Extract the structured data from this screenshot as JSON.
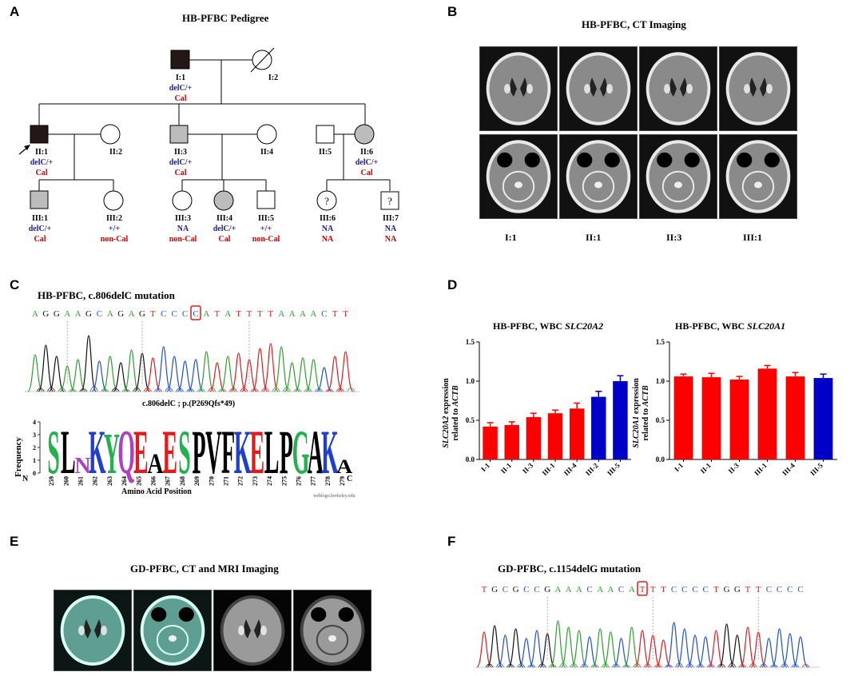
{
  "panels": {
    "a": {
      "letter": "A",
      "title": "HB-PFBC Pedigree",
      "individuals": [
        {
          "id": "I:1",
          "geno": "delC/+",
          "pheno": "Cal",
          "sex": "male",
          "fill": "black"
        },
        {
          "id": "I:2",
          "geno": "",
          "pheno": "",
          "sex": "female",
          "fill": "deceased"
        },
        {
          "id": "II:1",
          "geno": "delC/+",
          "pheno": "Cal",
          "sex": "male",
          "fill": "black",
          "proband": true
        },
        {
          "id": "II:2",
          "geno": "",
          "pheno": "",
          "sex": "female",
          "fill": "none"
        },
        {
          "id": "II:3",
          "geno": "delC/+",
          "pheno": "Cal",
          "sex": "male",
          "fill": "gray"
        },
        {
          "id": "II:4",
          "geno": "",
          "pheno": "",
          "sex": "female",
          "fill": "none"
        },
        {
          "id": "II:5",
          "geno": "",
          "pheno": "",
          "sex": "male",
          "fill": "none"
        },
        {
          "id": "II:6",
          "geno": "delC/+",
          "pheno": "Cal",
          "sex": "female",
          "fill": "gray"
        },
        {
          "id": "III:1",
          "geno": "delC/+",
          "pheno": "Cal",
          "sex": "male",
          "fill": "gray"
        },
        {
          "id": "III:2",
          "geno": "+/+",
          "pheno": "non-Cal",
          "sex": "female",
          "fill": "none"
        },
        {
          "id": "III:3",
          "geno": "NA",
          "pheno": "non-Cal",
          "sex": "female",
          "fill": "none"
        },
        {
          "id": "III:4",
          "geno": "delC/+",
          "pheno": "Cal",
          "sex": "female",
          "fill": "gray"
        },
        {
          "id": "III:5",
          "geno": "+/+",
          "pheno": "non-Cal",
          "sex": "male",
          "fill": "none"
        },
        {
          "id": "III:6",
          "geno": "NA",
          "pheno": "NA",
          "sex": "female",
          "fill": "unknown"
        },
        {
          "id": "III:7",
          "geno": "NA",
          "pheno": "NA",
          "sex": "male",
          "fill": "unknown"
        }
      ]
    },
    "b": {
      "letter": "B",
      "title": "HB-PFBC, CT Imaging",
      "columns": [
        "I:1",
        "II:1",
        "II:3",
        "III:1"
      ]
    },
    "c": {
      "letter": "C",
      "title": "HB-PFBC, c.806delC mutation",
      "sequence": [
        "A",
        "G",
        "G",
        "A",
        "A",
        "G",
        "C",
        "A",
        "G",
        "A",
        "G",
        "T",
        "C",
        "C",
        "C",
        "C",
        "A",
        "T",
        "A",
        "T",
        "T",
        "T",
        "T",
        "A",
        "A",
        "A",
        "A",
        "C",
        "T",
        "T"
      ],
      "boxed_index": 15,
      "logo_title": "c.806delC ; p.(P269Qfs*49)",
      "logo_letters": [
        "S",
        "L",
        "N",
        "K",
        "Y",
        "Q",
        "E",
        "A",
        "E",
        "S",
        "P",
        "V",
        "F",
        "K",
        "E",
        "L",
        "P",
        "G",
        "A",
        "K",
        "A"
      ],
      "positions": [
        "259",
        "260",
        "261",
        "262",
        "263",
        "264",
        "265",
        "266",
        "267",
        "268",
        "269",
        "270",
        "271",
        "272",
        "273",
        "274",
        "275",
        "276",
        "277",
        "278",
        "279"
      ],
      "ylabel": "Frequency",
      "xlabel": "Amino Acid Position",
      "n_label": "N",
      "c_label": "C",
      "credit": "weblogo.berkeley.edu"
    },
    "d": {
      "letter": "D",
      "charts": [
        {
          "title_prefix": "HB-PFBC, WBC ",
          "gene": "SLC20A2",
          "ylabel_gene": "SLC20A2",
          "ylabel_mid": " expression",
          "ylabel_line2_prefix": "related to ",
          "ylabel_line2_gene": "ACTB"
        },
        {
          "title_prefix": "HB-PFBC, WBC ",
          "gene": "SLC20A1",
          "ylabel_gene": "SLC20A1",
          "ylabel_mid": " expression",
          "ylabel_line2_prefix": "related to ",
          "ylabel_line2_gene": "ACTB"
        }
      ]
    },
    "e": {
      "letter": "E",
      "title": "GD-PFBC, CT and MRI Imaging"
    },
    "f": {
      "letter": "F",
      "title": "GD-PFBC, c.1154delG mutation",
      "sequence": [
        "T",
        "G",
        "C",
        "G",
        "C",
        "C",
        "G",
        "A",
        "A",
        "A",
        "C",
        "A",
        "A",
        "C",
        "A",
        "T",
        "T",
        "T",
        "C",
        "C",
        "C",
        "C",
        "T",
        "G",
        "G",
        "T",
        "T",
        "C",
        "C",
        "C",
        "C"
      ],
      "boxed_index": 15
    }
  },
  "colors": {
    "red_bar": "#ff0000",
    "blue_bar": "#0000c8",
    "A": "#2ca02c",
    "C": "#1f4fd8",
    "G": "#111111",
    "T": "#e31a1c",
    "geno_text": "#1a1a9c",
    "pheno_text": "#d40000"
  },
  "chart_data": [
    {
      "type": "bar",
      "title": "HB-PFBC, WBC SLC20A2",
      "categories": [
        "I-1",
        "II-1",
        "II-3",
        "III-1",
        "III-4",
        "III-2",
        "III-5"
      ],
      "values": [
        0.42,
        0.44,
        0.54,
        0.59,
        0.65,
        0.8,
        1.0
      ],
      "errors": [
        0.05,
        0.04,
        0.05,
        0.04,
        0.07,
        0.07,
        0.07
      ],
      "bar_colors": [
        "#ff0000",
        "#ff0000",
        "#ff0000",
        "#ff0000",
        "#ff0000",
        "#0000c8",
        "#0000c8"
      ],
      "ylabel": "SLC20A2 expression related to ACTB",
      "ylim": [
        0,
        1.5
      ],
      "yticks": [
        "0.0",
        "0.5",
        "1.0",
        "1.5"
      ]
    },
    {
      "type": "bar",
      "title": "HB-PFBC, WBC SLC20A1",
      "categories": [
        "I-1",
        "II-1",
        "II-3",
        "III-1",
        "III-4",
        "III-5"
      ],
      "values": [
        1.06,
        1.05,
        1.02,
        1.16,
        1.06,
        1.04
      ],
      "errors": [
        0.03,
        0.05,
        0.04,
        0.04,
        0.05,
        0.05
      ],
      "bar_colors": [
        "#ff0000",
        "#ff0000",
        "#ff0000",
        "#ff0000",
        "#ff0000",
        "#0000c8"
      ],
      "ylabel": "SLC20A1 expression related to ACTB",
      "ylim": [
        0,
        1.5
      ],
      "yticks": [
        "0.0",
        "0.5",
        "1.0",
        "1.5"
      ]
    }
  ]
}
